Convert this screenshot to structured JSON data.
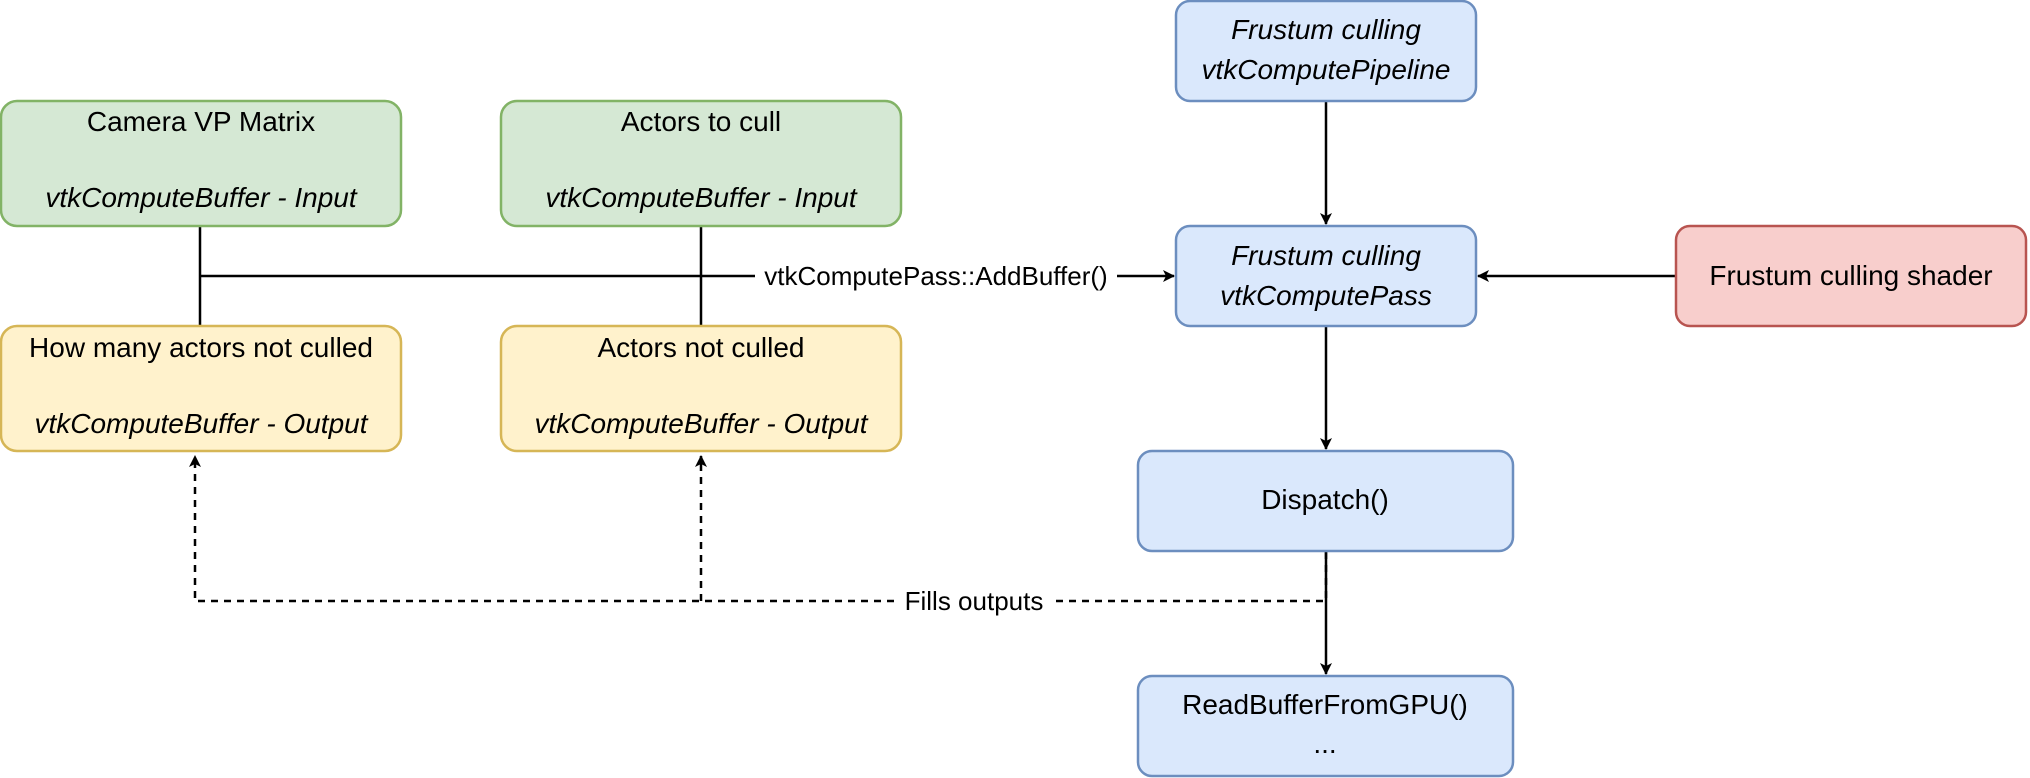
{
  "colors": {
    "green_fill": "#d5e8d4",
    "green_stroke": "#82b366",
    "yellow_fill": "#fff2cc",
    "yellow_stroke": "#d6b656",
    "blue_fill": "#dae8fc",
    "blue_stroke": "#6c8ebf",
    "red_fill": "#f8cecc",
    "red_stroke": "#b85450",
    "edge": "#000000"
  },
  "nodes": {
    "camera_vp_matrix": {
      "title": "Camera VP Matrix",
      "subtitle": "vtkComputeBuffer - Input"
    },
    "actors_to_cull": {
      "title": "Actors to cull",
      "subtitle": "vtkComputeBuffer - Input"
    },
    "how_many_not_culled": {
      "title": "How many actors not culled",
      "subtitle": "vtkComputeBuffer - Output"
    },
    "actors_not_culled": {
      "title": "Actors not culled",
      "subtitle": "vtkComputeBuffer - Output"
    },
    "frustum_pipeline": {
      "line1": "Frustum culling",
      "line2": "vtkComputePipeline"
    },
    "frustum_pass": {
      "line1": "Frustum culling",
      "line2": "vtkComputePass"
    },
    "frustum_shader": {
      "label": "Frustum culling shader"
    },
    "dispatch": {
      "label": "Dispatch()"
    },
    "read_buffer": {
      "line1": "ReadBufferFromGPU()",
      "line2": "..."
    }
  },
  "edges": {
    "add_buffer_label": "vtkComputePass::AddBuffer()",
    "fills_outputs_label": "Fills outputs"
  }
}
